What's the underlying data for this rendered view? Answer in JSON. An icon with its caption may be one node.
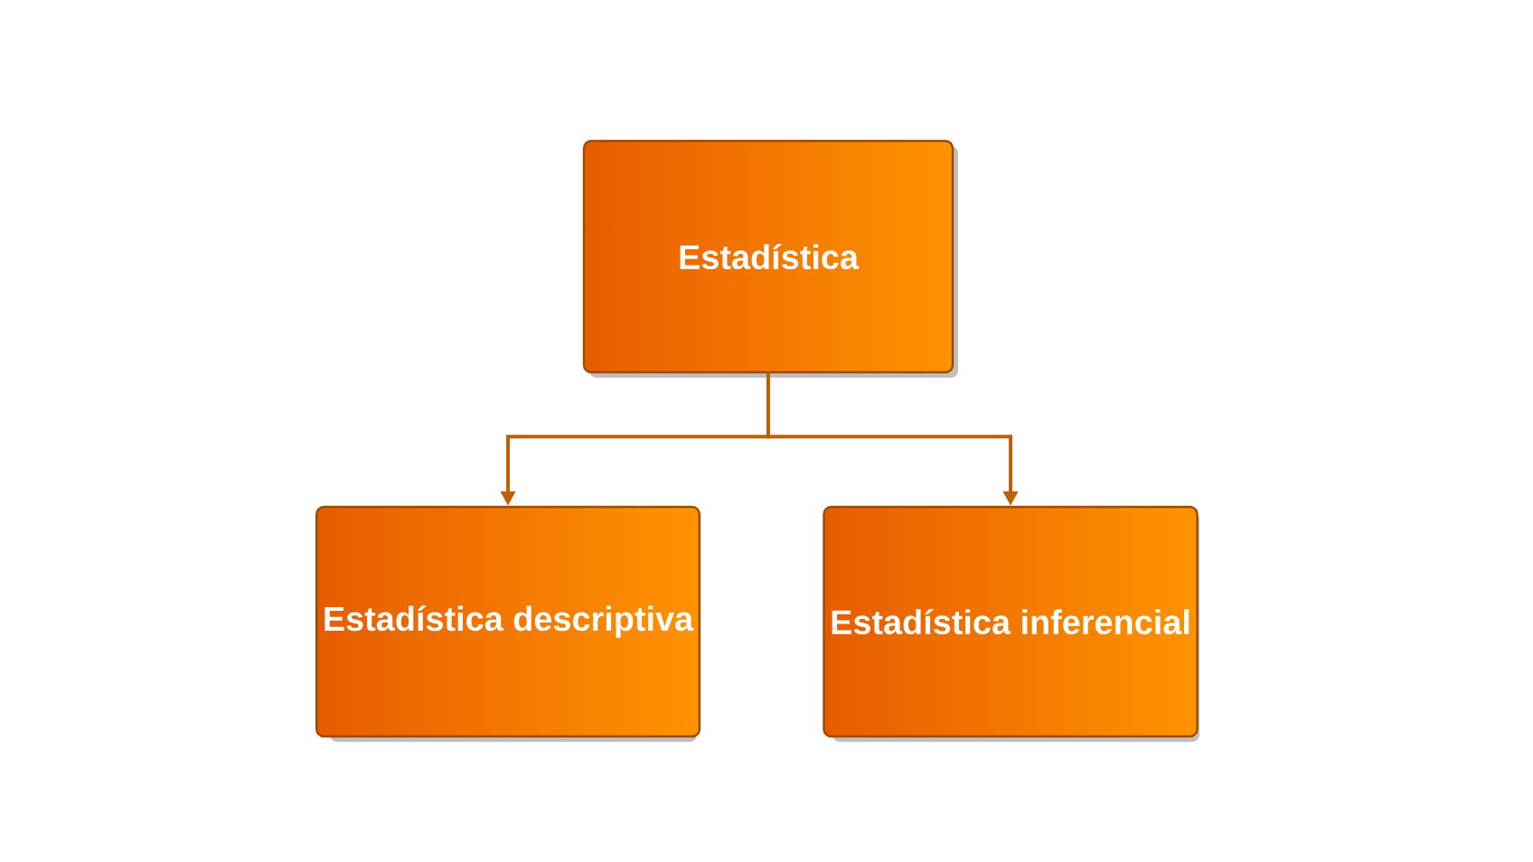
{
  "diagram": {
    "nodes": [
      {
        "text": [
          "Estadística"
        ]
      },
      {
        "text": [
          "Estadística descriptiva"
        ]
      },
      {
        "text": [
          "Estadística inferencial"
        ]
      }
    ],
    "edges": [
      {
        "from": 0,
        "to": 1,
        "arrow": "to"
      },
      {
        "from": 0,
        "to": 2,
        "arrow": "to"
      }
    ]
  }
}
